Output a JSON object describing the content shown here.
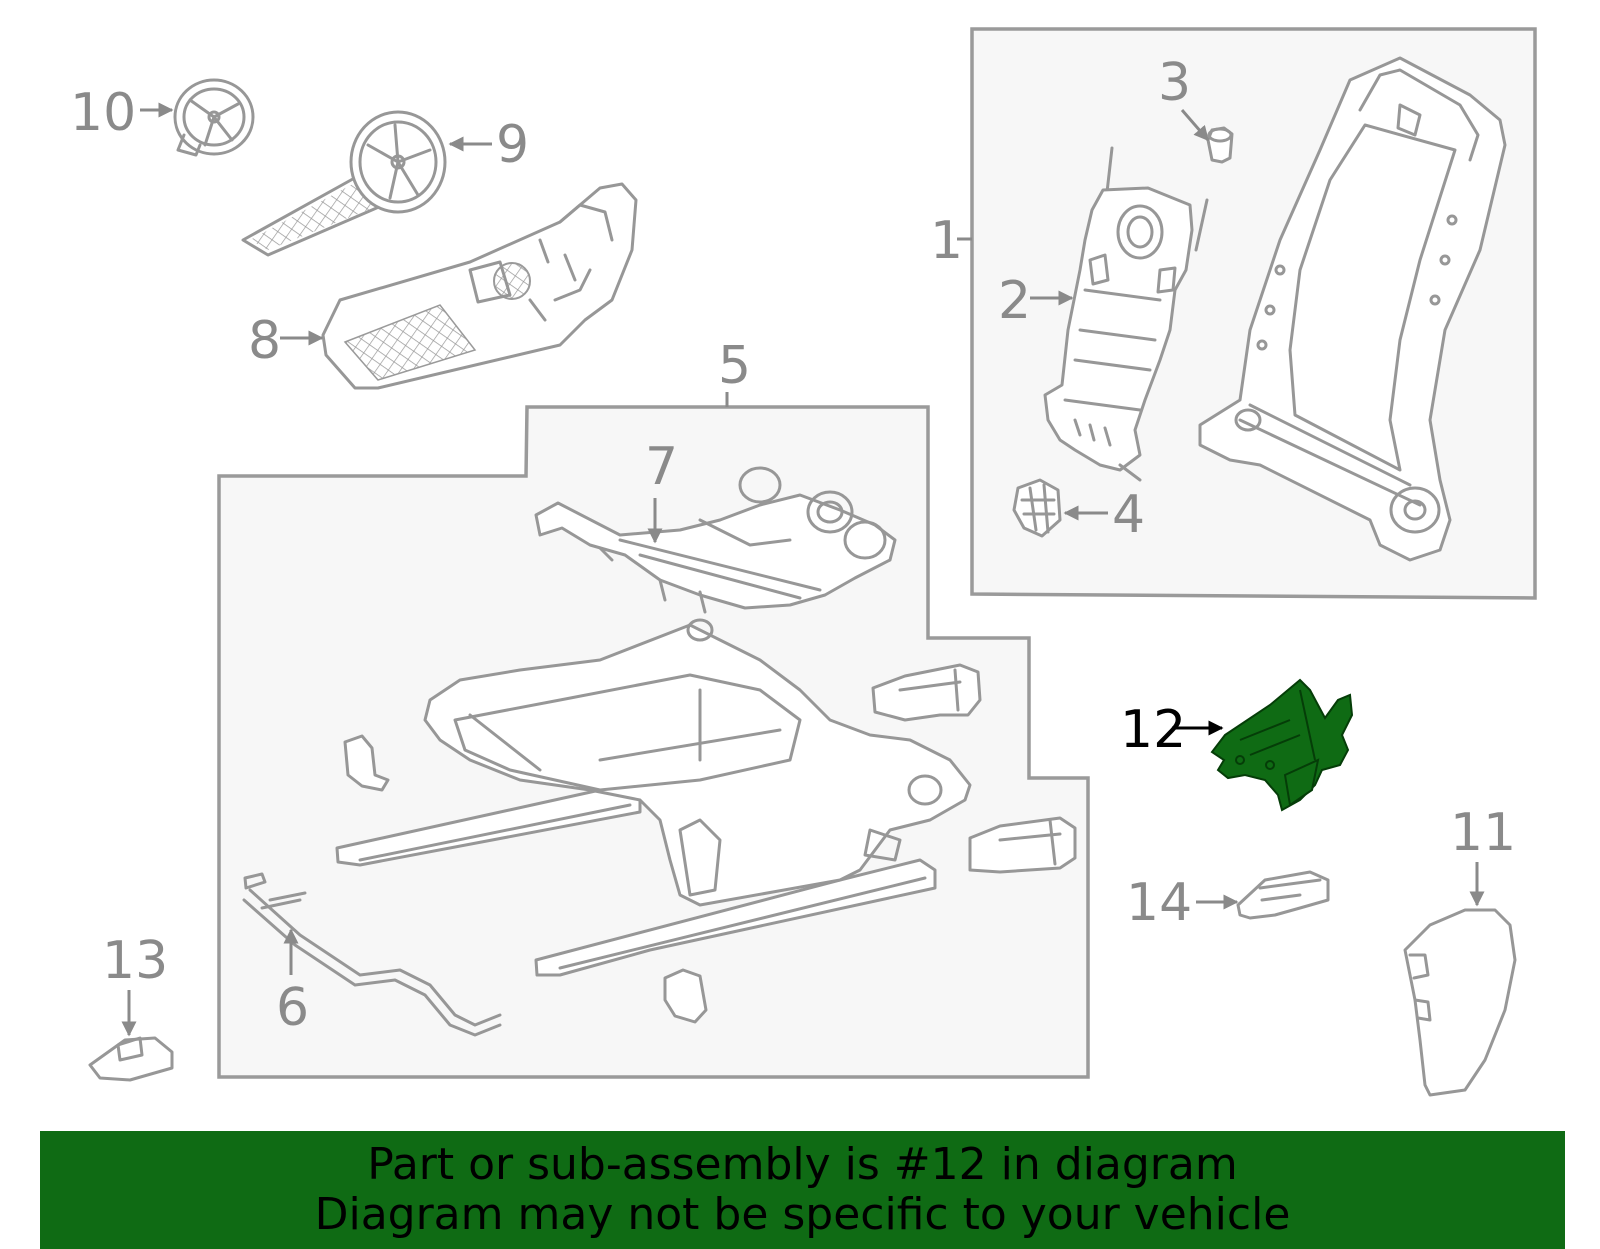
{
  "colors": {
    "background": "#ffffff",
    "line": "#979797",
    "callout": "#8a8a8a",
    "highlight_part": "#0f6b14",
    "banner": "#0f6b14",
    "banner_text": "#000000",
    "active_callout": "#000000"
  },
  "callouts": {
    "c1": "1",
    "c2": "2",
    "c3": "3",
    "c4": "4",
    "c5": "5",
    "c6": "6",
    "c7": "7",
    "c8": "8",
    "c9": "9",
    "c10": "10",
    "c11": "11",
    "c12": "12",
    "c13": "13",
    "c14": "14"
  },
  "highlighted_part": "12",
  "banner": {
    "line1": "Part or sub-assembly is #12 in diagram",
    "line2": "Diagram may not be specific to your vehicle"
  }
}
